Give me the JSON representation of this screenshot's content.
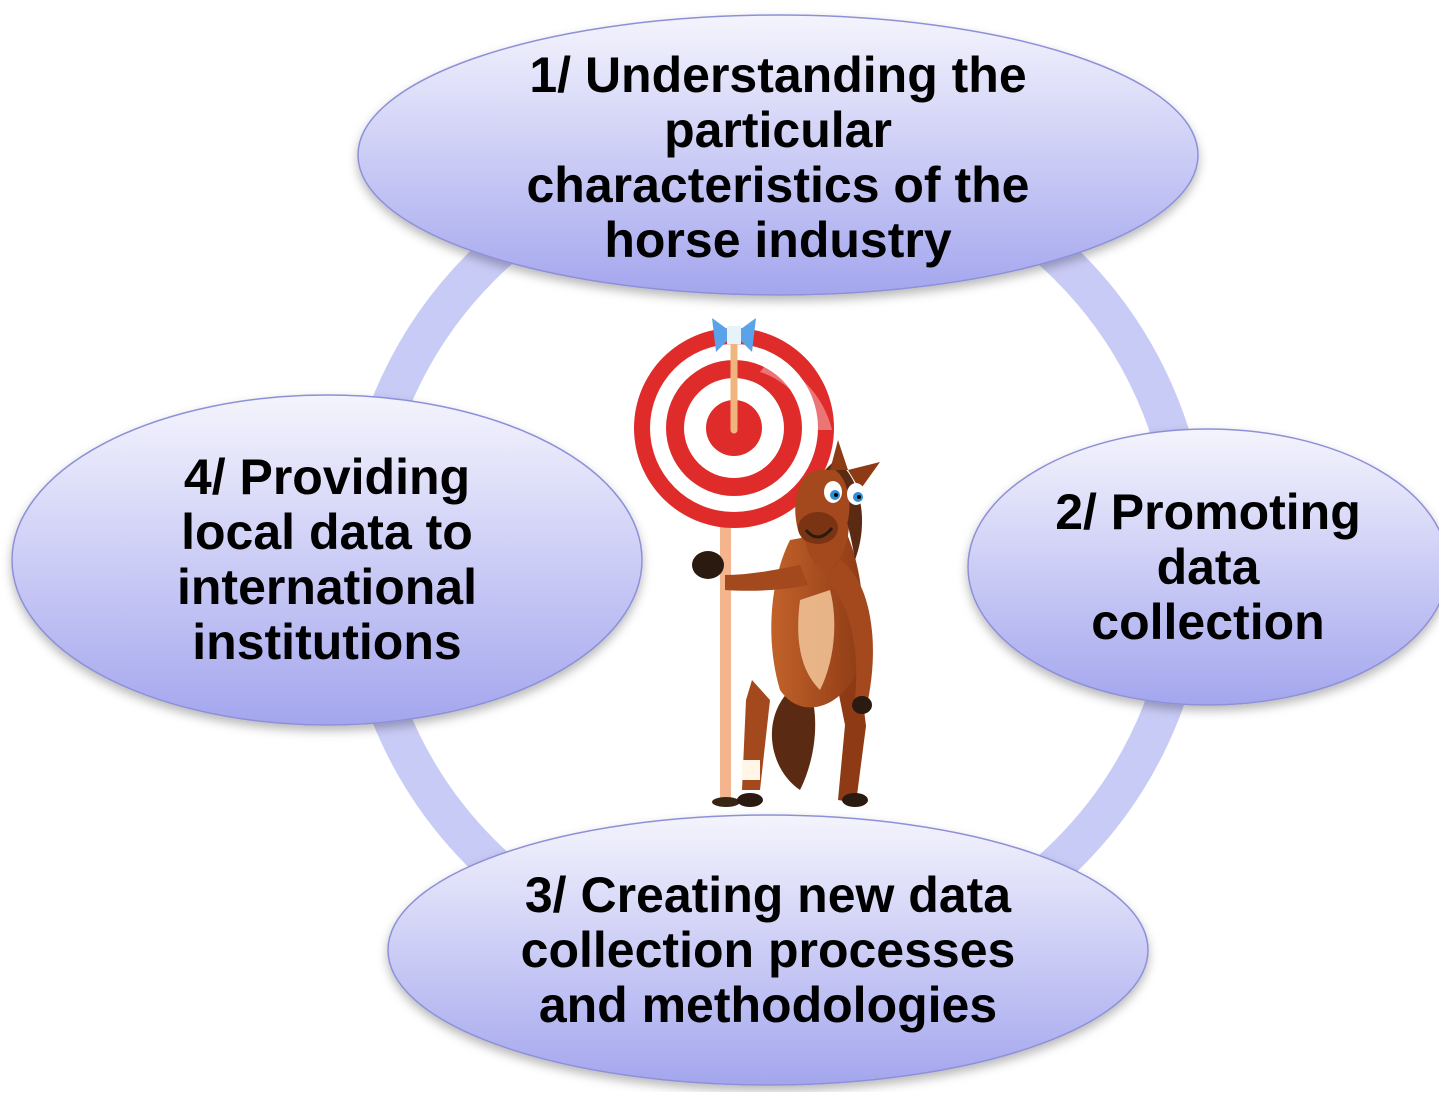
{
  "colors": {
    "ring": "#c9cbf7",
    "ellipse_top": "#f4f4fd",
    "ellipse_bottom": "#a4a6ee",
    "ellipse_edge": "#8d90d8",
    "target_red": "#e02b2b",
    "target_white": "#ffffff",
    "arrow_blue": "#5aa3e8",
    "pole": "#f3b48e",
    "horse_brown": "#a4481d",
    "horse_dark": "#5a2a12"
  },
  "cycle": {
    "steps": [
      {
        "label": "1/ Understanding the\nparticular\ncharacteristics of the\nhorse industry"
      },
      {
        "label": "2/ Promoting\ndata\ncollection"
      },
      {
        "label": "3/ Creating new data\ncollection processes\nand methodologies"
      },
      {
        "label": "4/ Providing\nlocal data to\ninternational\ninstitutions"
      }
    ]
  },
  "center_image": {
    "icon": "horse-with-target-illustration"
  }
}
